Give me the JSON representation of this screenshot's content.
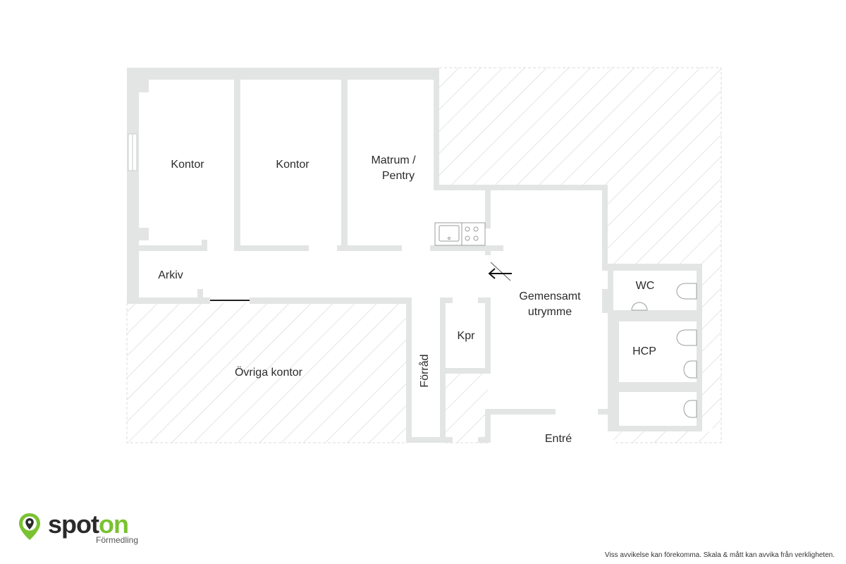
{
  "rooms": {
    "kontor_1": "Kontor",
    "kontor_2": "Kontor",
    "matrum_line1": "Matrum /",
    "matrum_line2": "Pentry",
    "arkiv": "Arkiv",
    "gemensamt_line1": "Gemensamt",
    "gemensamt_line2": "utrymme",
    "wc": "WC",
    "hcp": "HCP",
    "kpr": "Kpr",
    "forrad": "Förråd",
    "ovriga_kontor": "Övriga kontor",
    "entre": "Entré"
  },
  "brand": {
    "name_part1": "spot",
    "name_part2": "on",
    "subtitle": "Förmedling",
    "icon": "location-pin-icon"
  },
  "disclaimer": "Viss avvikelse kan förekomma. Skala & mått kan avvika från verkligheten.",
  "colors": {
    "wall": "#e3e5e4",
    "hatch": "#cfd3d1",
    "brand_green": "#7ac231",
    "brand_dark": "#2a2a2a"
  }
}
